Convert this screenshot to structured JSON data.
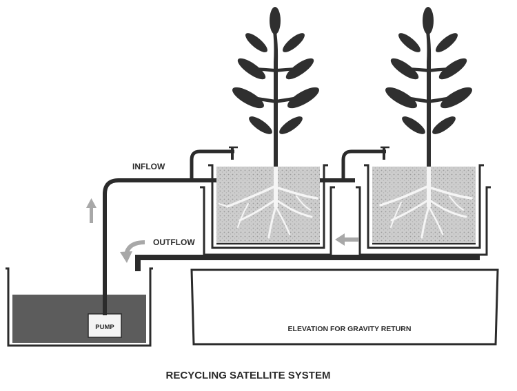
{
  "title": "RECYCLING SATELLITE SYSTEM",
  "labels": {
    "inflow": "INFLOW",
    "outflow": "OUTFLOW",
    "pump": "PUMP",
    "elevation": "ELEVATION FOR GRAVITY RETURN"
  },
  "colors": {
    "line": "#2b2b2b",
    "water": "#5c5c5c",
    "medium": "#c9c9c9",
    "plant": "#2f2f2f",
    "arrow": "#a8a8a8"
  }
}
